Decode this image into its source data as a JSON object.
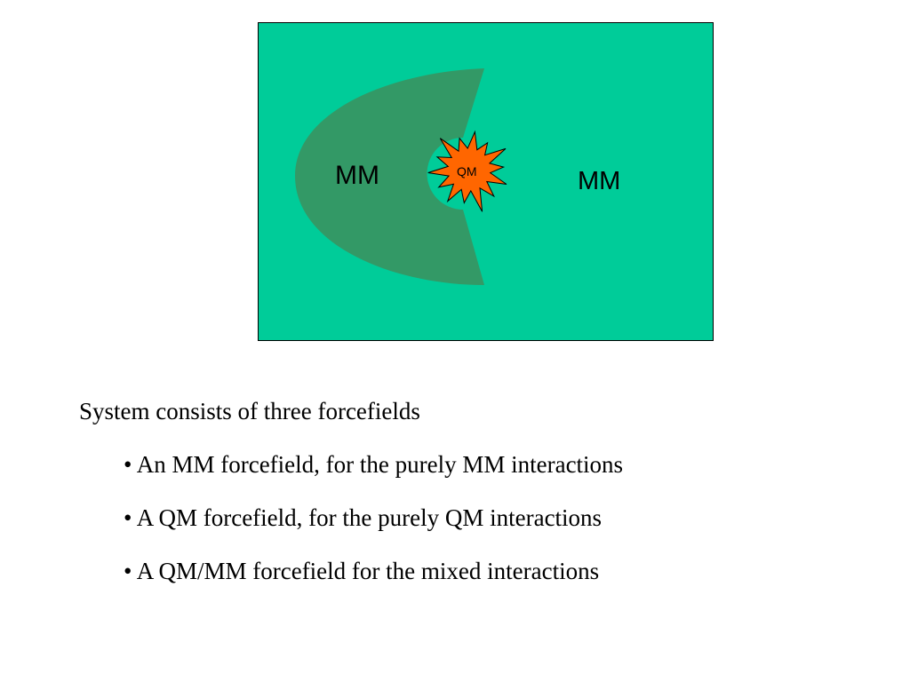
{
  "diagram": {
    "inner_region_label": "MM",
    "outer_region_label": "MM",
    "core_label": "QM",
    "colors": {
      "outer_region": "#00CC99",
      "inner_region": "#339966",
      "core_burst": "#FF6600",
      "border": "#000000"
    }
  },
  "text": {
    "intro": "System consists of three forcefields",
    "bullets": [
      "• An MM forcefield, for the purely MM interactions",
      "• A QM forcefield, for the purely QM interactions",
      "• A QM/MM forcefield for the mixed interactions"
    ]
  }
}
